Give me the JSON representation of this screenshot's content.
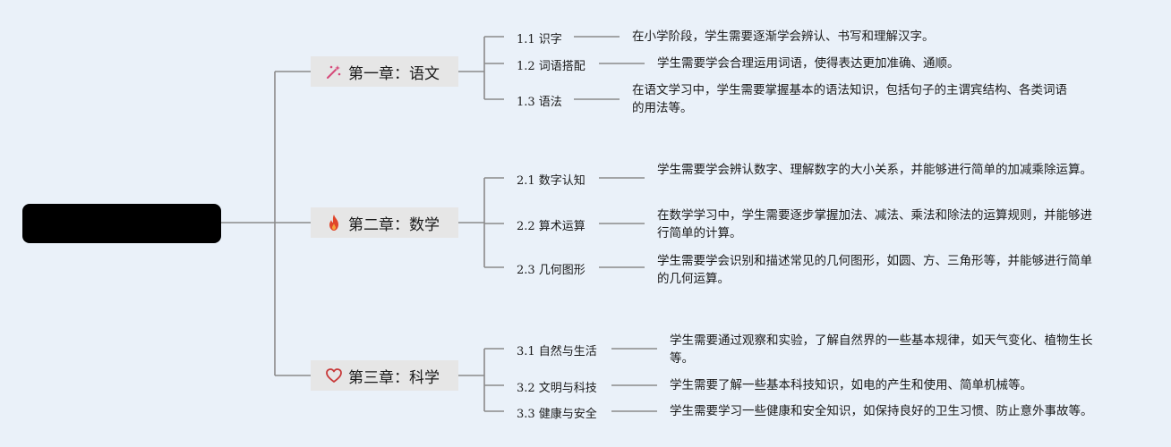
{
  "root": {
    "label": ""
  },
  "chapters": [
    {
      "label": "第一章：语文",
      "icon": "sparkle-wand-icon",
      "icon_color": "#d64a7a",
      "topics": [
        {
          "label": "1.1 识字",
          "desc": "在小学阶段，学生需要逐渐学会辨认、书写和理解汉字。"
        },
        {
          "label": "1.2 词语搭配",
          "desc": "学生需要学会合理运用词语，使得表达更加准确、通顺。"
        },
        {
          "label": "1.3 语法",
          "desc": "在语文学习中，学生需要掌握基本的语法知识，包括句子的主谓宾结构、各类词语的用法等。"
        }
      ]
    },
    {
      "label": "第二章：数学",
      "icon": "fire-icon",
      "icon_color": "#e0452a",
      "topics": [
        {
          "label": "2.1 数字认知",
          "desc": "学生需要学会辨认数字、理解数字的大小关系，并能够进行简单的加减乘除运算。"
        },
        {
          "label": "2.2 算术运算",
          "desc": "在数学学习中，学生需要逐步掌握加法、减法、乘法和除法的运算规则，并能够进行简单的计算。"
        },
        {
          "label": "2.3 几何图形",
          "desc": "学生需要学会识别和描述常见的几何图形，如圆、方、三角形等，并能够进行简单的几何运算。"
        }
      ]
    },
    {
      "label": "第三章：科学",
      "icon": "heart-outline-icon",
      "icon_color": "#c83a3a",
      "topics": [
        {
          "label": "3.1 自然与生活",
          "desc": "学生需要通过观察和实验，了解自然界的一些基本规律，如天气变化、植物生长等。"
        },
        {
          "label": "3.2 文明与科技",
          "desc": "学生需要了解一些基本科技知识，如电的产生和使用、简单机械等。"
        },
        {
          "label": "3.3 健康与安全",
          "desc": "学生需要学习一些健康和安全知识，如保持良好的卫生习惯、防止意外事故等。"
        }
      ]
    }
  ],
  "colors": {
    "line": "#8a8a8a",
    "chapter_bg": "#e6e6e6",
    "background": "#eaf1f9"
  }
}
